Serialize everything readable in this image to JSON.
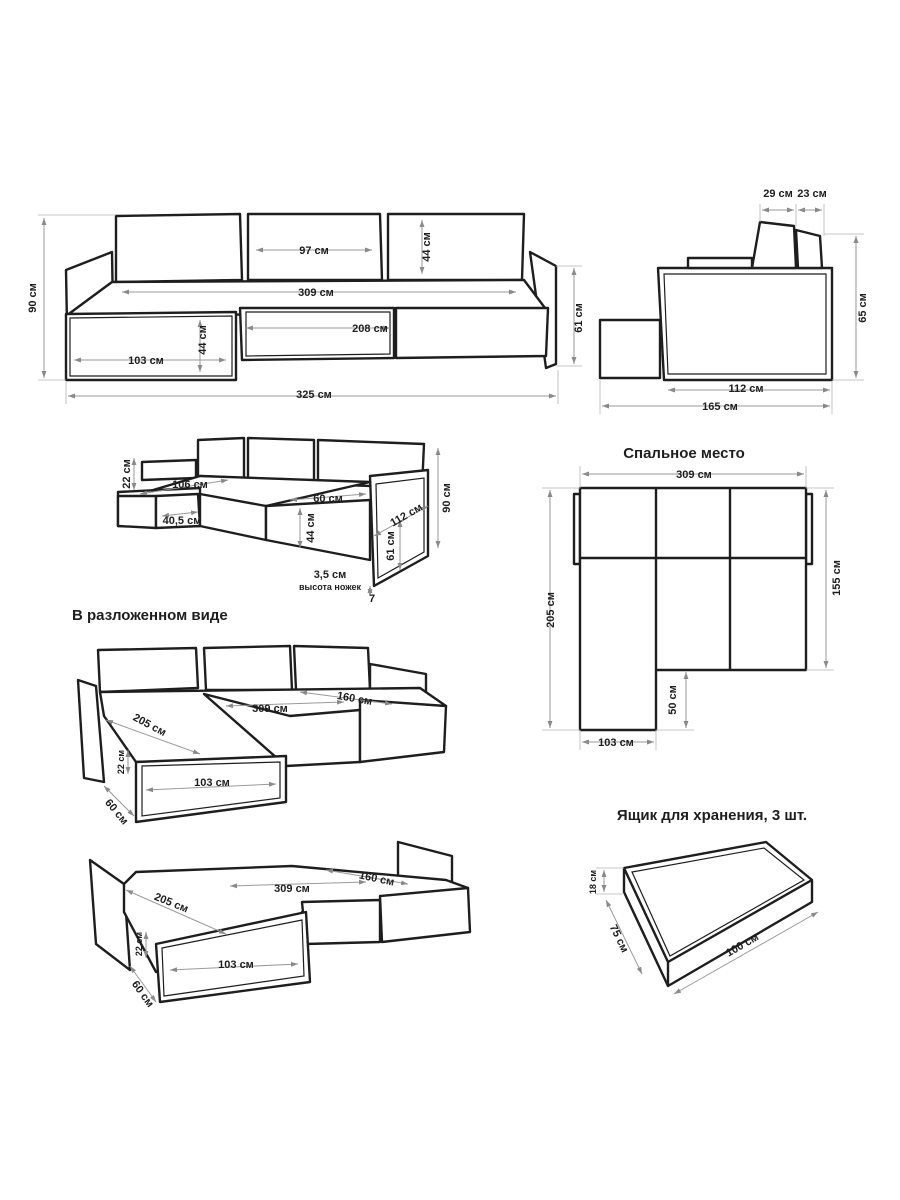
{
  "headings": {
    "sleeping_area": "Спальное место",
    "unfolded": "В разложенном виде",
    "storage_box": "Ящик для хранения, 3 шт."
  },
  "front_view": {
    "height_total": "90 см",
    "cushion_width": "97 см",
    "cushion_height": "44 см",
    "seat_width": "309 см",
    "seat_height": "61 см",
    "middle_seat": "208 см",
    "chaise_width": "103 см",
    "chaise_height": "44 см",
    "total_width": "325 см"
  },
  "side_view": {
    "back_thickness": "29 см",
    "back_top": "23 см",
    "height": "65 см",
    "seat_depth": "112 см",
    "total_depth": "165 см"
  },
  "iso_view": {
    "armrest_height": "22 см",
    "chaise_length": "106 см",
    "chaise_side": "40,5 см",
    "seat_depth": "60 см",
    "seat_height": "44 см",
    "arm_depth": "112 см",
    "arm_height": "61 см",
    "total_height": "90 см",
    "leg_height": "3,5 см",
    "leg_caption": "высота ножек",
    "leg_mark": "7"
  },
  "sleeping_plan": {
    "width": "309 см",
    "depth_right": "155 см",
    "depth_left": "205 см",
    "step": "50 см",
    "chaise_width": "103 см"
  },
  "unfolded_a": {
    "diag": "205 см",
    "width": "309 см",
    "depth": "160 см",
    "front": "103 см",
    "small_h": "22 см",
    "base": "60 см"
  },
  "unfolded_b": {
    "diag": "205 см",
    "width": "309 см",
    "depth": "160 см",
    "front": "103 см",
    "small_h": "22 см",
    "base": "60 см"
  },
  "storage": {
    "height": "18 см",
    "depth": "75 см",
    "length": "100 см"
  }
}
